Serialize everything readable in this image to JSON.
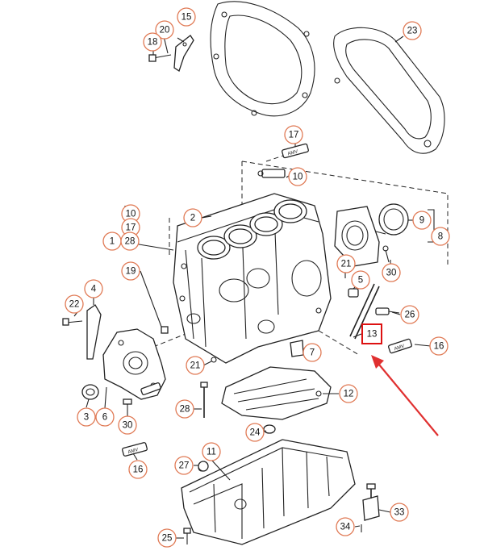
{
  "diagram": {
    "callouts": [
      {
        "id": "c15",
        "label": "15"
      },
      {
        "id": "c20",
        "label": "20"
      },
      {
        "id": "c18",
        "label": "18"
      },
      {
        "id": "c23",
        "label": "23"
      },
      {
        "id": "c17a",
        "label": "17"
      },
      {
        "id": "c10a",
        "label": "10"
      },
      {
        "id": "c2",
        "label": "2"
      },
      {
        "id": "c10b",
        "label": "10"
      },
      {
        "id": "c17b",
        "label": "17"
      },
      {
        "id": "c1",
        "label": "1"
      },
      {
        "id": "c28a",
        "label": "28"
      },
      {
        "id": "c9",
        "label": "9"
      },
      {
        "id": "c8",
        "label": "8"
      },
      {
        "id": "c19",
        "label": "19"
      },
      {
        "id": "c21a",
        "label": "21"
      },
      {
        "id": "c30a",
        "label": "30"
      },
      {
        "id": "c5",
        "label": "5"
      },
      {
        "id": "c4",
        "label": "4"
      },
      {
        "id": "c22",
        "label": "22"
      },
      {
        "id": "c26",
        "label": "26"
      },
      {
        "id": "c13",
        "label": "13"
      },
      {
        "id": "c16a",
        "label": "16"
      },
      {
        "id": "c7",
        "label": "7"
      },
      {
        "id": "c21b",
        "label": "21"
      },
      {
        "id": "c12",
        "label": "12"
      },
      {
        "id": "c3",
        "label": "3"
      },
      {
        "id": "c6",
        "label": "6"
      },
      {
        "id": "c30b",
        "label": "30"
      },
      {
        "id": "c28b",
        "label": "28"
      },
      {
        "id": "c24",
        "label": "24"
      },
      {
        "id": "c11",
        "label": "11"
      },
      {
        "id": "c27",
        "label": "27"
      },
      {
        "id": "c16b",
        "label": "16"
      },
      {
        "id": "c33",
        "label": "33"
      },
      {
        "id": "c34",
        "label": "34"
      },
      {
        "id": "c25",
        "label": "25"
      }
    ],
    "tube_text": "AMV",
    "highlighted_part": "13",
    "colors": {
      "callout_ring": "#e07a55",
      "highlight": "#dd1111",
      "arrow": "#e03030",
      "line": "#222222"
    }
  }
}
